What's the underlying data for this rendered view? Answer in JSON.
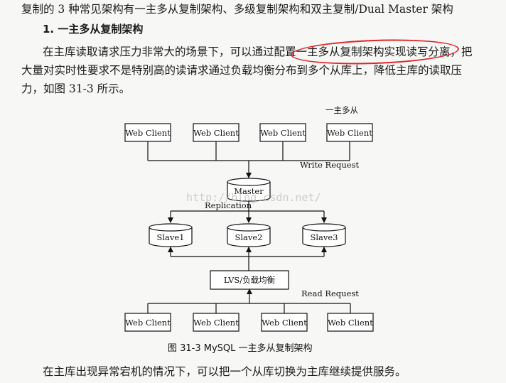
{
  "text": {
    "line1": "复制的 3 种常见架构有一主多从复制架构、多级复制架构和双主复制/Dual Master 架构",
    "heading": "1. 一主多从复制架构",
    "line3_pre": "在主库读取请求压力非常大的场景下，可以通过配置",
    "line3_highlight": "一主多从复制架构实现读写分离",
    "line3_post": "，把",
    "line4": "大量对实时性要求不是特别高的读请求通过负载均衡分布到多个从库上，降低主库的读取压",
    "line5": "力，如图 31-3 所示。",
    "last_line": "在主库出现异常宕机的情况下，可以把一个从库切换为主库继续提供服务。"
  },
  "diagram": {
    "corner_label": "一主多从",
    "top_clients": [
      "Web Client",
      "Web Client",
      "Web Client",
      "Web Client"
    ],
    "write_request": "Write Request",
    "master": "Master",
    "replication": "Replication",
    "slaves": [
      "Slave1",
      "Slave2",
      "Slave3"
    ],
    "load_balancer": "LVS/负载均衡",
    "read_request": "Read Request",
    "bottom_clients": [
      "Web Client",
      "Web Client",
      "Web Client",
      "Web Client"
    ],
    "caption": "图 31-3   MySQL 一主多从复制架构",
    "watermark": "http://blog.csdn.net/"
  }
}
